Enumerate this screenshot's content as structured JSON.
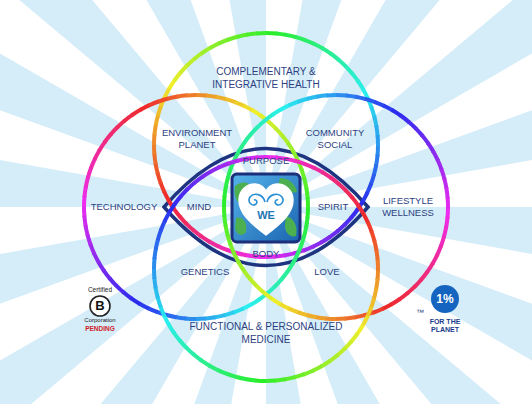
{
  "diagram": {
    "nodes": [
      {
        "text": [
          "COMPLEMENTARY & INTEGRATIVE HEALTH"
        ]
      },
      {
        "text": [
          "TECHNOLOGY"
        ]
      },
      {
        "text": [
          "LIFESTYLE WELLNESS"
        ]
      },
      {
        "text": [
          "WE"
        ]
      },
      {
        "text": [
          "FUNCTIONAL & PERSONALIZED MEDICINE"
        ]
      }
    ],
    "labels": [
      "ENVIRONMENT PLANET",
      "COMMUNITY SOCIAL",
      "PURPOSE",
      "MIND",
      "SPIRIT",
      "BODY",
      "GENETICS",
      "LOVE",
      "Certified",
      "B",
      "Corporation",
      "PENDING",
      "™",
      "1%",
      "FOR THE",
      "PLANET"
    ]
  }
}
